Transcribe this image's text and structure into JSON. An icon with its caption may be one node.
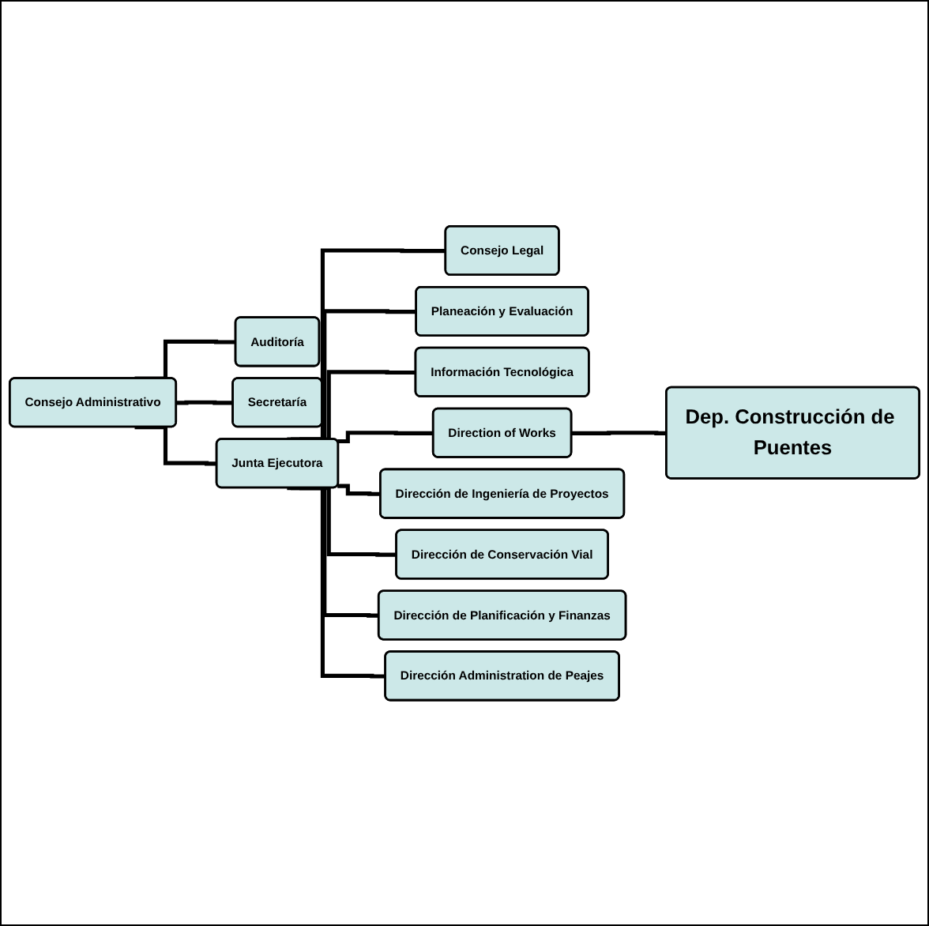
{
  "diagram": {
    "nodes": [
      {
        "text": [
          "Consejo Administrativo"
        ]
      },
      {
        "text": [
          "Auditoría"
        ]
      },
      {
        "text": [
          "Secretaría"
        ]
      },
      {
        "text": [
          "Junta Ejecutora"
        ]
      },
      {
        "text": [
          "Consejo Legal"
        ]
      },
      {
        "text": [
          "Planeación y Evaluación"
        ]
      },
      {
        "text": [
          "Información Tecnológica"
        ]
      },
      {
        "text": [
          "Direction of Works"
        ]
      },
      {
        "text": [
          "Dep. Construcción de Puentes"
        ]
      },
      {
        "text": [
          "Dirección de Ingeniería de Proyectos"
        ]
      },
      {
        "text": [
          "Dirección de Conservación Vial"
        ]
      },
      {
        "text": [
          "Dirección de Planificación y Finanzas"
        ]
      },
      {
        "text": [
          "Dirección Administration de Peajes"
        ]
      }
    ],
    "edges": [
      {
        "from": 0,
        "to": 1,
        "arrow": "none"
      },
      {
        "from": 0,
        "to": 2,
        "arrow": "none"
      },
      {
        "from": 0,
        "to": 3,
        "arrow": "none"
      },
      {
        "from": 3,
        "to": 4,
        "arrow": "none"
      },
      {
        "from": 3,
        "to": 5,
        "arrow": "none"
      },
      {
        "from": 3,
        "to": 6,
        "arrow": "none"
      },
      {
        "from": 3,
        "to": 7,
        "arrow": "none"
      },
      {
        "from": 7,
        "to": 8,
        "arrow": "none"
      },
      {
        "from": 3,
        "to": 9,
        "arrow": "none"
      },
      {
        "from": 3,
        "to": 10,
        "arrow": "none"
      },
      {
        "from": 3,
        "to": 11,
        "arrow": "none"
      },
      {
        "from": 3,
        "to": 12,
        "arrow": "none"
      }
    ]
  }
}
